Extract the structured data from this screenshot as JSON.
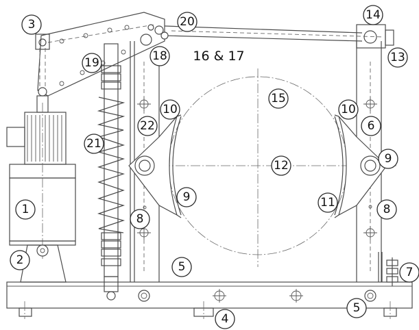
{
  "callouts": [
    {
      "id": "c1",
      "label": "1"
    },
    {
      "id": "c2",
      "label": "2"
    },
    {
      "id": "c3",
      "label": "3"
    },
    {
      "id": "c4",
      "label": "4"
    },
    {
      "id": "c5a",
      "label": "5"
    },
    {
      "id": "c5b",
      "label": "5"
    },
    {
      "id": "c6",
      "label": "6"
    },
    {
      "id": "c7",
      "label": "7"
    },
    {
      "id": "c8a",
      "label": "8"
    },
    {
      "id": "c8b",
      "label": "8"
    },
    {
      "id": "c9a",
      "label": "9"
    },
    {
      "id": "c9b",
      "label": "9"
    },
    {
      "id": "c10a",
      "label": "10"
    },
    {
      "id": "c10b",
      "label": "10"
    },
    {
      "id": "c11",
      "label": "11"
    },
    {
      "id": "c12",
      "label": "12"
    },
    {
      "id": "c13",
      "label": "13"
    },
    {
      "id": "c14",
      "label": "14"
    },
    {
      "id": "c15",
      "label": "15"
    },
    {
      "id": "c1617",
      "label": "16 & 17"
    },
    {
      "id": "c18",
      "label": "18"
    },
    {
      "id": "c19",
      "label": "19"
    },
    {
      "id": "c20",
      "label": "20"
    },
    {
      "id": "c21",
      "label": "21"
    },
    {
      "id": "c22",
      "label": "22"
    }
  ]
}
